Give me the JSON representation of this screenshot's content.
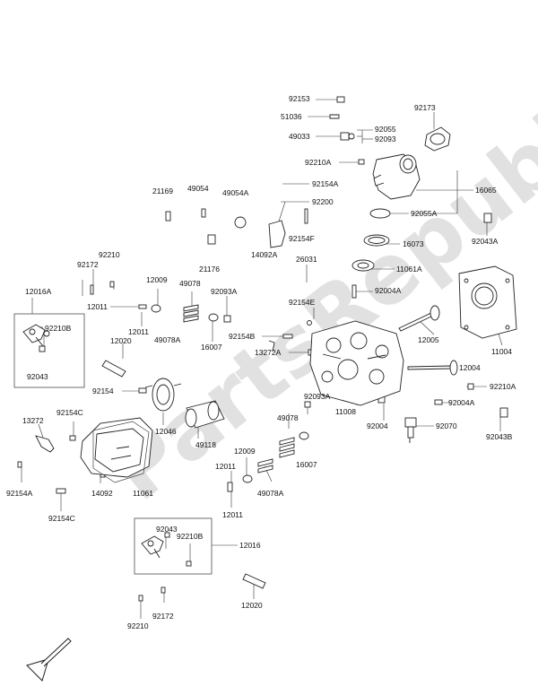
{
  "watermark": "PartsRepublik",
  "labels": {
    "l92153": "92153",
    "l51036": "51036",
    "l92055": "92055",
    "l49033": "49033",
    "l92093": "92093",
    "l92173": "92173",
    "l92210A_top": "92210A",
    "l16065": "16065",
    "l92154A_top": "92154A",
    "l92200": "92200",
    "l21169": "21169",
    "l49054": "49054",
    "l49054A": "49054A",
    "l92055A": "92055A",
    "l92043A": "92043A",
    "l16073": "16073",
    "l92154F": "92154F",
    "l14092A": "14092A",
    "l21176": "21176",
    "l26031": "26031",
    "l11061A": "11061A",
    "l92172_top": "92172",
    "l92210_top": "92210",
    "l12016A": "12016A",
    "l12009_top": "12009",
    "l49078_top": "49078",
    "l92093A_top": "92093A",
    "l92004A_top": "92004A",
    "l11004": "11004",
    "l12011_top": "12011",
    "l92154E": "92154E",
    "l92210B_top": "92210B",
    "l12011b": "12011",
    "l49078A_top": "49078A",
    "l16007_top": "16007",
    "l92154B": "92154B",
    "l12005": "12005",
    "l12020_top": "12020",
    "l13272A": "13272A",
    "l92043_top": "92043",
    "l12004": "12004",
    "l92154": "92154",
    "l92210A_right": "92210A",
    "l11008": "11008",
    "l92093A_mid": "92093A",
    "l92004A_mid": "92004A",
    "l92154C_a": "92154C",
    "l12046": "12046",
    "l13272": "13272",
    "l49078_mid": "49078",
    "l92004": "92004",
    "l92070": "92070",
    "l49118": "49118",
    "l92043B": "92043B",
    "l12009_mid": "12009",
    "l16007_mid": "16007",
    "l12011_mid": "12011",
    "l92154A_left": "92154A",
    "l14092": "14092",
    "l11061": "11061",
    "l49078A_mid": "49078A",
    "l12011_low": "12011",
    "l92154C_b": "92154C",
    "l92043_bot": "92043",
    "l92210B_bot": "92210B",
    "l12016": "12016",
    "l12020_bot": "12020",
    "l92172_bot": "92172",
    "l92210_bot": "92210"
  }
}
